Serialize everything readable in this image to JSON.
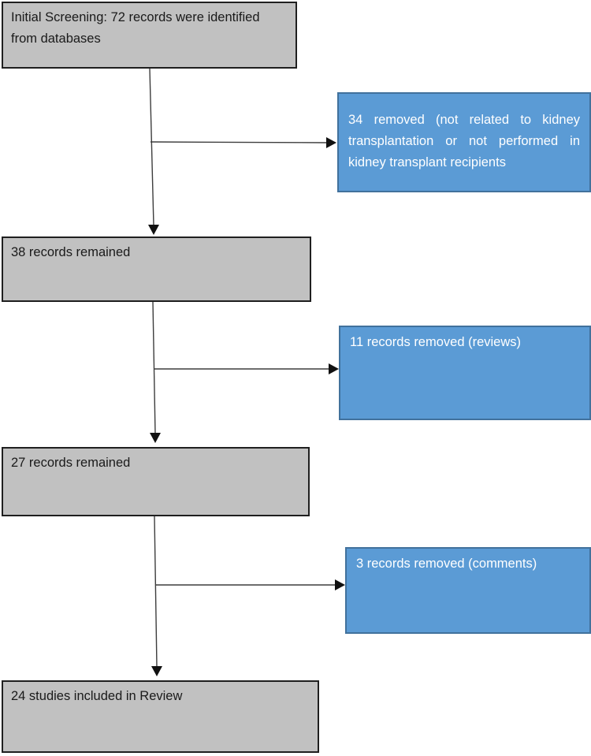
{
  "flowchart": {
    "kind": "study-screening-flow-diagram",
    "main_boxes": [
      {
        "id": "initial-screening",
        "text": "Initial Screening: 72 records were identified from databases"
      },
      {
        "id": "records-remained-38",
        "text": "38 records remained"
      },
      {
        "id": "records-remained-27",
        "text": "27 records remained"
      },
      {
        "id": "studies-included",
        "text": "24 studies included in Review"
      }
    ],
    "exclusion_boxes": [
      {
        "id": "removed-34",
        "text": "34 removed (not related to kidney transplantation or not performed in kidney transplant recipients"
      },
      {
        "id": "removed-11",
        "text": "11 records removed (reviews)"
      },
      {
        "id": "removed-3",
        "text": "3 records removed (comments)"
      }
    ],
    "connectors": [
      {
        "from": "initial-screening",
        "to": "records-remained-38",
        "direction": "down"
      },
      {
        "from": "initial-screening",
        "to": "removed-34",
        "direction": "right"
      },
      {
        "from": "records-remained-38",
        "to": "records-remained-27",
        "direction": "down"
      },
      {
        "from": "records-remained-38",
        "to": "removed-11",
        "direction": "right"
      },
      {
        "from": "records-remained-27",
        "to": "studies-included",
        "direction": "down"
      },
      {
        "from": "records-remained-27",
        "to": "removed-3",
        "direction": "right"
      }
    ],
    "colors": {
      "main_box_fill": "#c1c1c1",
      "main_box_border": "#1f1f1f",
      "main_box_text": "#1a1a1a",
      "exclusion_box_fill": "#5b9bd5",
      "exclusion_box_border": "#41719c",
      "exclusion_box_text": "#ffffff",
      "connector_line": "#3d3d3d",
      "arrowhead": "#111111",
      "background": "#ffffff"
    }
  }
}
